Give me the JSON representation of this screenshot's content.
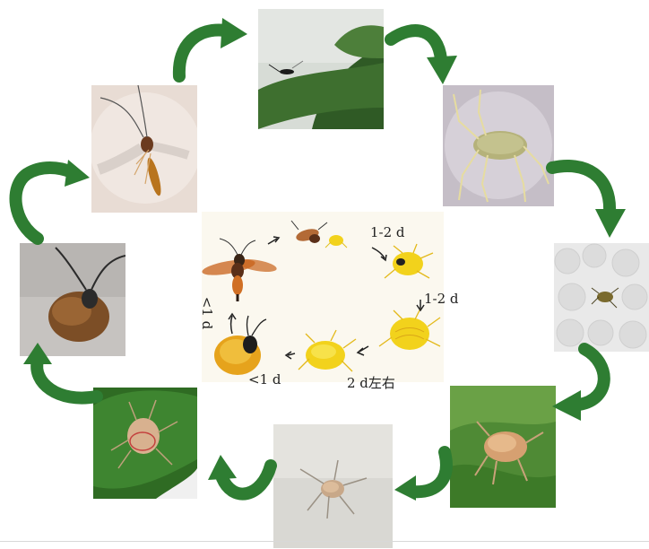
{
  "center_labels": {
    "stage1": "1-2 d",
    "stage2": "1-2 d",
    "stage3": "2 d左右",
    "stage4": "<1 d",
    "stage5": "<1 d"
  },
  "colors": {
    "arrow_green": "#2e7d32",
    "arrow_green_light": "#4caf50",
    "aphid_yellow": "#f2d21c",
    "wasp_orange": "#c8621a"
  },
  "photos": [
    {
      "icon": "wasp-on-leaf-photo"
    },
    {
      "icon": "aphid-close-up-photo"
    },
    {
      "icon": "parasitized-aphid-on-foam-photo"
    },
    {
      "icon": "swollen-aphid-on-leaf-photo"
    },
    {
      "icon": "aphid-mummy-photo"
    },
    {
      "icon": "mummy-on-leaf-photo"
    },
    {
      "icon": "wasp-emerging-mummy-photo"
    },
    {
      "icon": "adult-wasp-photo"
    }
  ]
}
